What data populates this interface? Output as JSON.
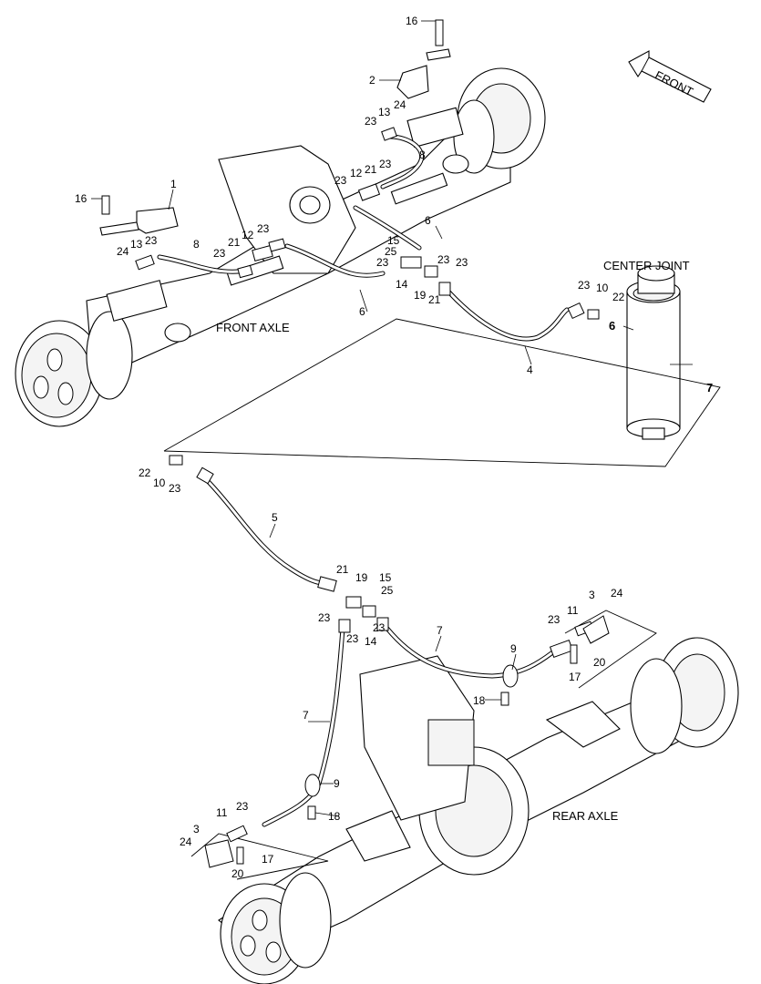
{
  "labels": {
    "front_axle": "FRONT AXLE",
    "rear_axle": "REAR AXLE",
    "center_joint": "CENTER JOINT",
    "front_arrow": "FRONT"
  },
  "callouts": [
    {
      "id": "c16a",
      "text": "16"
    },
    {
      "id": "c2",
      "text": "2"
    },
    {
      "id": "c24a",
      "text": "24"
    },
    {
      "id": "c13a",
      "text": "13"
    },
    {
      "id": "c23a",
      "text": "23"
    },
    {
      "id": "c8a",
      "text": "8"
    },
    {
      "id": "c23b",
      "text": "23"
    },
    {
      "id": "c12a",
      "text": "12"
    },
    {
      "id": "c21a",
      "text": "21"
    },
    {
      "id": "c23c",
      "text": "23"
    },
    {
      "id": "c16b",
      "text": "16"
    },
    {
      "id": "c1",
      "text": "1"
    },
    {
      "id": "c24b",
      "text": "24"
    },
    {
      "id": "c13b",
      "text": "13"
    },
    {
      "id": "c23d",
      "text": "23"
    },
    {
      "id": "c8b",
      "text": "8"
    },
    {
      "id": "c23e",
      "text": "23"
    },
    {
      "id": "c21b",
      "text": "21"
    },
    {
      "id": "c12b",
      "text": "12"
    },
    {
      "id": "c23f",
      "text": "23"
    },
    {
      "id": "c6a",
      "text": "6"
    },
    {
      "id": "c15a",
      "text": "15"
    },
    {
      "id": "c25a",
      "text": "25"
    },
    {
      "id": "c23g",
      "text": "23"
    },
    {
      "id": "c23h",
      "text": "23"
    },
    {
      "id": "c23i",
      "text": "23"
    },
    {
      "id": "c14a",
      "text": "14"
    },
    {
      "id": "c19a",
      "text": "19"
    },
    {
      "id": "c21c",
      "text": "21"
    },
    {
      "id": "c6b",
      "text": "6"
    },
    {
      "id": "c4",
      "text": "4"
    },
    {
      "id": "c23j",
      "text": "23"
    },
    {
      "id": "c10a",
      "text": "10"
    },
    {
      "id": "c22a",
      "text": "22"
    },
    {
      "id": "c6c",
      "text": "6"
    },
    {
      "id": "c7a",
      "text": "7"
    },
    {
      "id": "c22b",
      "text": "22"
    },
    {
      "id": "c10b",
      "text": "10"
    },
    {
      "id": "c23k",
      "text": "23"
    },
    {
      "id": "c5",
      "text": "5"
    },
    {
      "id": "c21d",
      "text": "21"
    },
    {
      "id": "c19b",
      "text": "19"
    },
    {
      "id": "c15b",
      "text": "15"
    },
    {
      "id": "c25b",
      "text": "25"
    },
    {
      "id": "c23l",
      "text": "23"
    },
    {
      "id": "c23m",
      "text": "23"
    },
    {
      "id": "c14b",
      "text": "14"
    },
    {
      "id": "c23n",
      "text": "23"
    },
    {
      "id": "c7b",
      "text": "7"
    },
    {
      "id": "c3a",
      "text": "3"
    },
    {
      "id": "c24c",
      "text": "24"
    },
    {
      "id": "c11a",
      "text": "11"
    },
    {
      "id": "c23o",
      "text": "23"
    },
    {
      "id": "c20a",
      "text": "20"
    },
    {
      "id": "c17a",
      "text": "17"
    },
    {
      "id": "c9a",
      "text": "9"
    },
    {
      "id": "c18a",
      "text": "18"
    },
    {
      "id": "c7c",
      "text": "7"
    },
    {
      "id": "c9b",
      "text": "9"
    },
    {
      "id": "c18b",
      "text": "18"
    },
    {
      "id": "c11b",
      "text": "11"
    },
    {
      "id": "c23p",
      "text": "23"
    },
    {
      "id": "c3b",
      "text": "3"
    },
    {
      "id": "c24d",
      "text": "24"
    },
    {
      "id": "c17b",
      "text": "17"
    },
    {
      "id": "c20b",
      "text": "20"
    }
  ]
}
